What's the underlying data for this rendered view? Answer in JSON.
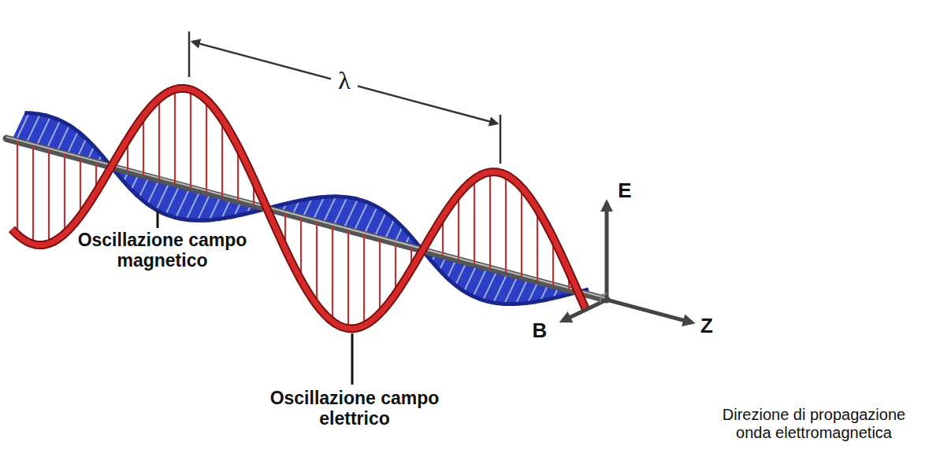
{
  "diagram": {
    "labels": [
      "λ",
      "Oscillazione campo magnetico",
      "Oscillazione campo elettrico",
      "E",
      "B",
      "Z",
      "Direzione di propagazione onda elettromagnetica"
    ]
  }
}
